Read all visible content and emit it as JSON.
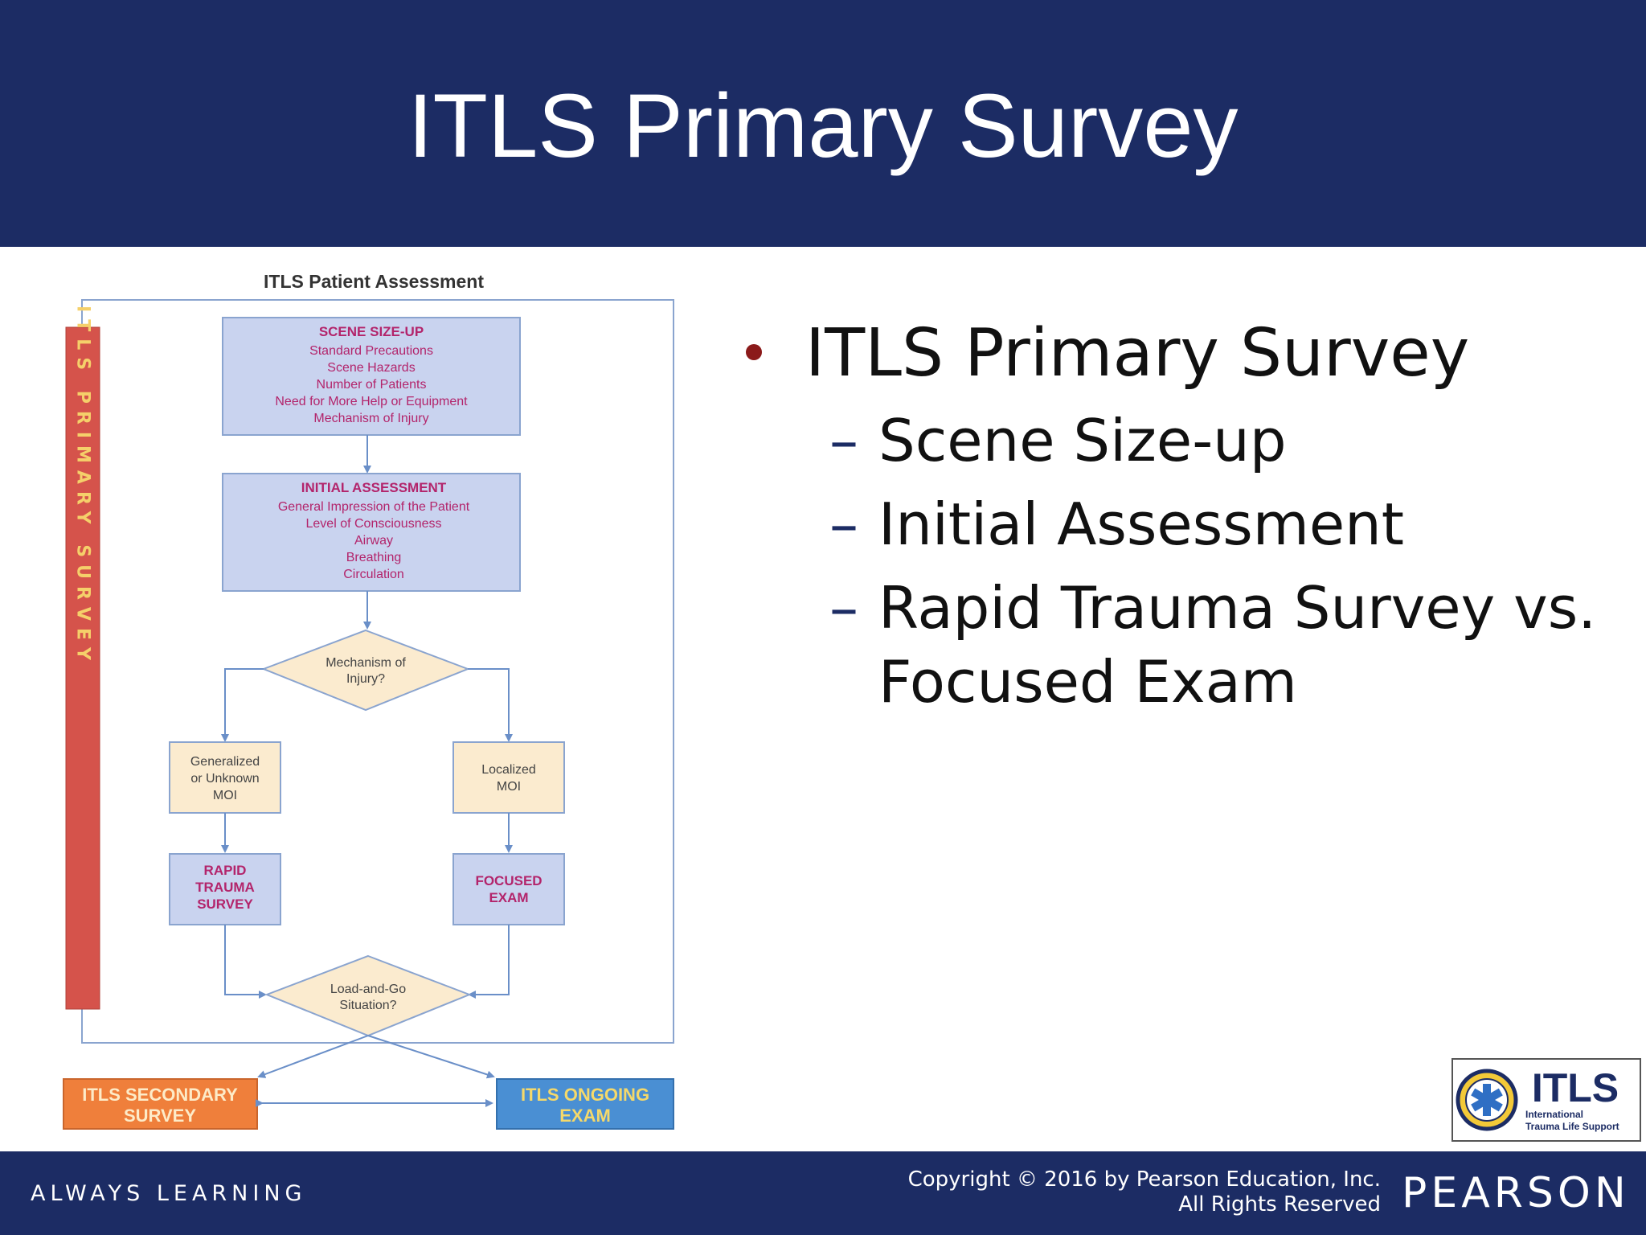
{
  "slide": {
    "title": "ITLS Primary Survey",
    "bullet": "ITLS Primary Survey",
    "sub_bullets": [
      "Scene Size-up",
      "Initial Assessment",
      "Rapid Trauma Survey vs. Focused Exam"
    ]
  },
  "diagram": {
    "title": "ITLS Patient Assessment",
    "sidebar_label": "ITLS PRIMARY SURVEY",
    "scene_sizeup": {
      "title": "SCENE SIZE-UP",
      "lines": [
        "Standard Precautions",
        "Scene Hazards",
        "Number of Patients",
        "Need for More Help or Equipment",
        "Mechanism of Injury"
      ]
    },
    "initial_assessment": {
      "title": "INITIAL ASSESSMENT",
      "lines": [
        "General Impression of the Patient",
        "Level of Consciousness",
        "Airway",
        "Breathing",
        "Circulation"
      ]
    },
    "decision_moi": [
      "Mechanism of",
      "Injury?"
    ],
    "generalized_moi": [
      "Generalized",
      "or Unknown",
      "MOI"
    ],
    "localized_moi": [
      "Localized",
      "MOI"
    ],
    "rapid_trauma": [
      "RAPID",
      "TRAUMA",
      "SURVEY"
    ],
    "focused_exam": [
      "FOCUSED",
      "EXAM"
    ],
    "decision_load": [
      "Load-and-Go",
      "Situation?"
    ],
    "secondary_survey": [
      "ITLS SECONDARY",
      "SURVEY"
    ],
    "ongoing_exam": [
      "ITLS ONGOING",
      "EXAM"
    ]
  },
  "logo": {
    "name": "ITLS",
    "subtitle_1": "International",
    "subtitle_2": "Trauma Life Support"
  },
  "footer": {
    "tagline": "ALWAYS LEARNING",
    "copyright_1": "Copyright © 2016 by Pearson Education, Inc.",
    "copyright_2": "All Rights Reserved",
    "brand": "PEARSON"
  },
  "colors": {
    "navy": "#1c2c64",
    "box_blue": "#c9d3ef",
    "box_tan": "#fbebcf",
    "red_bar": "#d5534b",
    "orange": "#ef7f3b",
    "blue": "#4a8fd3",
    "magenta_text": "#b3246b",
    "bullet_red": "#8b1a1a"
  }
}
